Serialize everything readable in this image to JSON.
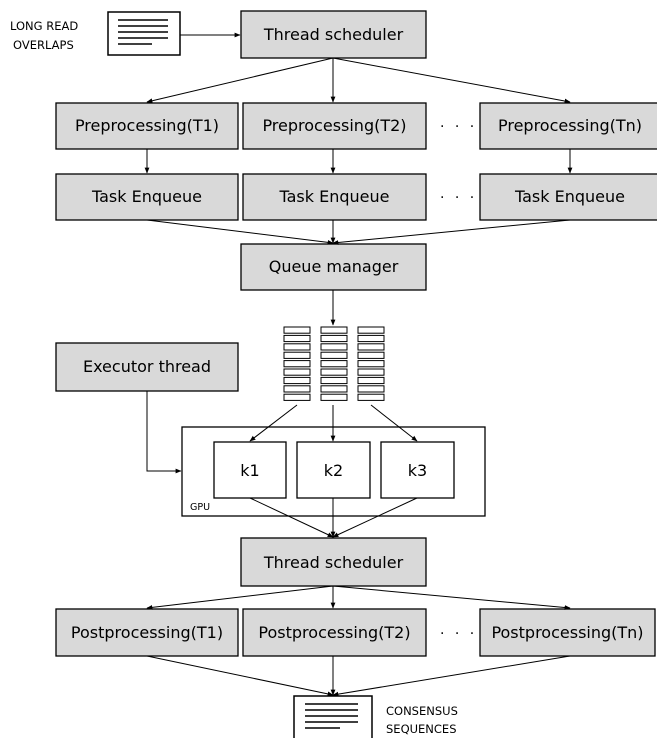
{
  "input_label_line1": "LONG READ",
  "input_label_line2": "OVERLAPS",
  "thread_scheduler_top": "Thread scheduler",
  "pre1": "Preprocessing(T1)",
  "pre2": "Preprocessing(T2)",
  "pren": "Preprocessing(Tn)",
  "enq1": "Task Enqueue",
  "enq2": "Task Enqueue",
  "enqn": "Task Enqueue",
  "ellipsis": "· · ·",
  "queue_manager": "Queue manager",
  "executor_thread": "Executor thread",
  "gpu_label": "GPU",
  "k1": "k1",
  "k2": "k2",
  "k3": "k3",
  "thread_scheduler_bottom": "Thread scheduler",
  "post1": "Postprocessing(T1)",
  "post2": "Postprocessing(T2)",
  "postn": "Postprocessing(Tn)",
  "output_label_line1": "CONSENSUS",
  "output_label_line2": "SEQUENCES",
  "colors": {
    "box_fill": "#d9d9d9",
    "stroke": "#000000"
  }
}
